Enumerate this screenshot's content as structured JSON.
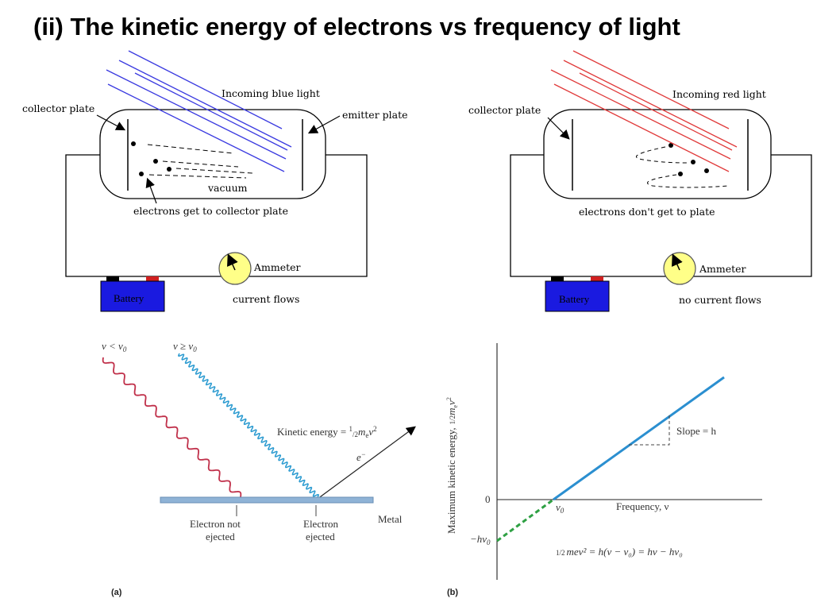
{
  "title": "(ii) The kinetic energy of electrons vs frequency of light",
  "panel_blue": {
    "incoming": "Incoming blue light",
    "collector": "collector plate",
    "emitter": "emitter plate",
    "vacuum": "vacuum",
    "electrons": "electrons get to collector plate",
    "ammeter": "Ammeter",
    "battery": "Battery",
    "current": "current flows",
    "light_color": "#3a3ae0"
  },
  "panel_red": {
    "incoming": "Incoming red light",
    "collector": "collector plate",
    "electrons": "electrons don't get to plate",
    "ammeter": "Ammeter",
    "battery": "Battery",
    "current": "no current flows",
    "light_color": "#e03a3a"
  },
  "figure_a": {
    "red_label": "ν < ν",
    "red_sub": "0",
    "blue_label": "ν ≥ ν",
    "blue_sub": "0",
    "ke_prefix": "Kinetic energy = ",
    "ke_frac_num": "1",
    "ke_frac_den": "2",
    "ke_m": "m",
    "ke_sub": "e",
    "ke_v": "v",
    "ke_pow": "2",
    "electron": "e",
    "electron_sup": "−",
    "not_ejected_1": "Electron not",
    "not_ejected_2": "ejected",
    "ejected_1": "Electron",
    "ejected_2": "ejected",
    "metal": "Metal",
    "tag": "(a)"
  },
  "figure_b": {
    "ylabel": "Maximum kinetic energy,",
    "ylabel_half": "1/2",
    "ylabel_m": "m",
    "ylabel_sub": "e",
    "ylabel_v": "v",
    "ylabel_pow": "2",
    "y0": "0",
    "yneg": "−hν",
    "yneg_sub": "0",
    "x0": "ν",
    "x0_sub": "0",
    "xlabel": "Frequency, ν",
    "slope": "Slope = h",
    "eq_frac": "1/2",
    "eq_body": "mev² = h(ν − ν₀) = hν − hν₀",
    "tag": "(b)",
    "line_color": "#2b8fd0",
    "dash_color": "#2ea043"
  }
}
